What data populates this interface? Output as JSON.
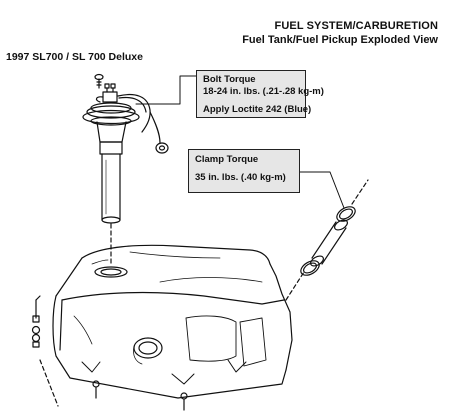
{
  "header": {
    "title": "FUEL SYSTEM/CARBURETION",
    "subtitle": "Fuel Tank/Fuel Pickup Exploded View"
  },
  "model": "1997 SL700 / SL 700 Deluxe",
  "callouts": {
    "bolt": {
      "line1": "Bolt Torque",
      "line2": "18-24 in. lbs. (.21-.28 kg-m)",
      "line3": "Apply Loctite 242 (Blue)"
    },
    "clamp": {
      "line1": "Clamp Torque",
      "line2": "35 in. lbs. (.40 kg-m)"
    }
  }
}
